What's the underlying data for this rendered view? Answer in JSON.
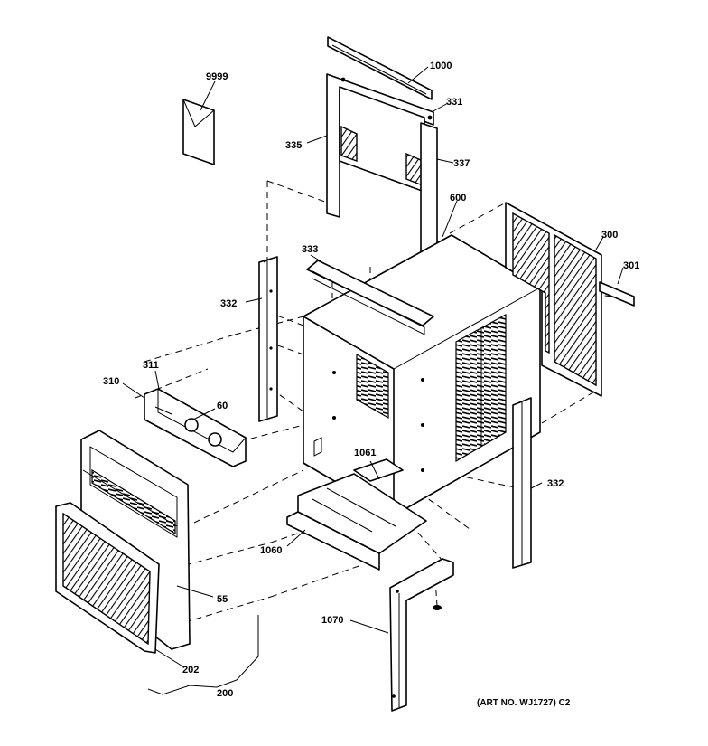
{
  "parts": [
    {
      "id": "p1000",
      "label": "1000"
    },
    {
      "id": "p9999",
      "label": "9999"
    },
    {
      "id": "p331",
      "label": "331"
    },
    {
      "id": "p335",
      "label": "335"
    },
    {
      "id": "p337",
      "label": "337"
    },
    {
      "id": "p600",
      "label": "600"
    },
    {
      "id": "p300",
      "label": "300"
    },
    {
      "id": "p333",
      "label": "333"
    },
    {
      "id": "p301",
      "label": "301"
    },
    {
      "id": "p332a",
      "label": "332"
    },
    {
      "id": "p311",
      "label": "311"
    },
    {
      "id": "p310",
      "label": "310"
    },
    {
      "id": "p60",
      "label": "60"
    },
    {
      "id": "p1061",
      "label": "1061"
    },
    {
      "id": "p332b",
      "label": "332"
    },
    {
      "id": "p1060",
      "label": "1060"
    },
    {
      "id": "p55",
      "label": "55"
    },
    {
      "id": "p1070",
      "label": "1070"
    },
    {
      "id": "p202",
      "label": "202"
    },
    {
      "id": "p200",
      "label": "200"
    }
  ],
  "caption": "(ART NO. WJ1727) C2"
}
